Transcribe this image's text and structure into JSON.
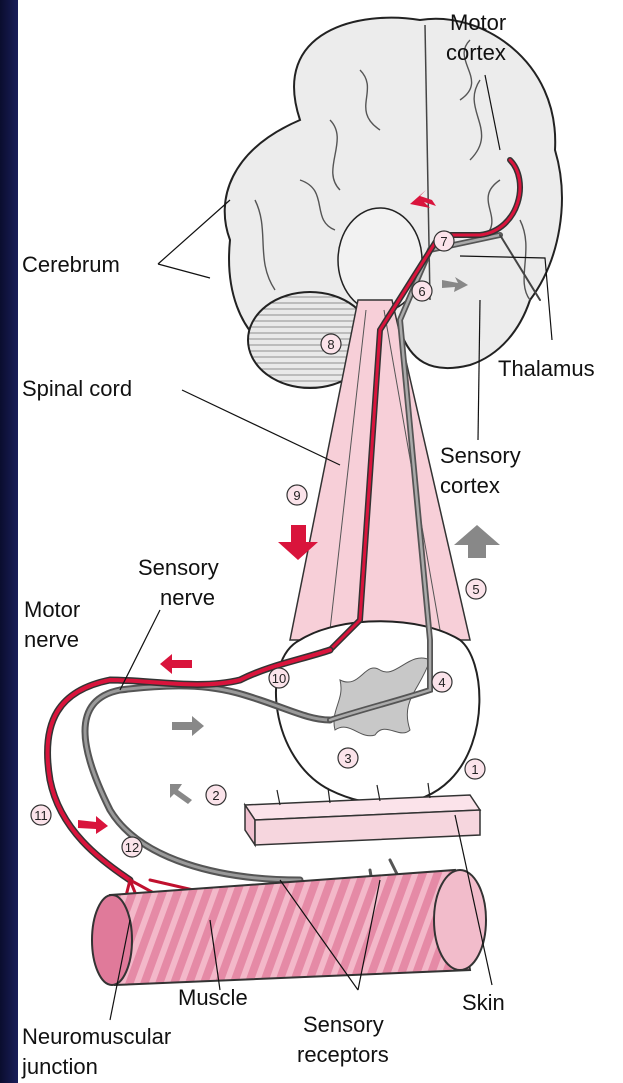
{
  "labels": {
    "motor_cortex": [
      "Motor",
      "cortex"
    ],
    "cerebrum": "Cerebrum",
    "thalamus": "Thalamus",
    "spinal_cord": "Spinal cord",
    "sensory_cortex": [
      "Sensory",
      "cortex"
    ],
    "sensory_nerve": [
      "Sensory",
      "nerve"
    ],
    "motor_nerve": [
      "Motor",
      "nerve"
    ],
    "muscle": "Muscle",
    "skin": "Skin",
    "sensory_receptors": [
      "Sensory",
      "receptors"
    ],
    "neuromuscular_junction": [
      "Neuromuscular",
      "junction"
    ]
  },
  "steps": [
    "1",
    "2",
    "3",
    "4",
    "5",
    "6",
    "7",
    "8",
    "9",
    "10",
    "11",
    "12"
  ],
  "colors": {
    "motor_pathway": "#d9143c",
    "sensory_pathway": "#666666",
    "spinal_cord": "#f7cfd8",
    "muscle": "#e07a9a",
    "skin": "#f6d6de",
    "brain_outline": "#222222"
  }
}
